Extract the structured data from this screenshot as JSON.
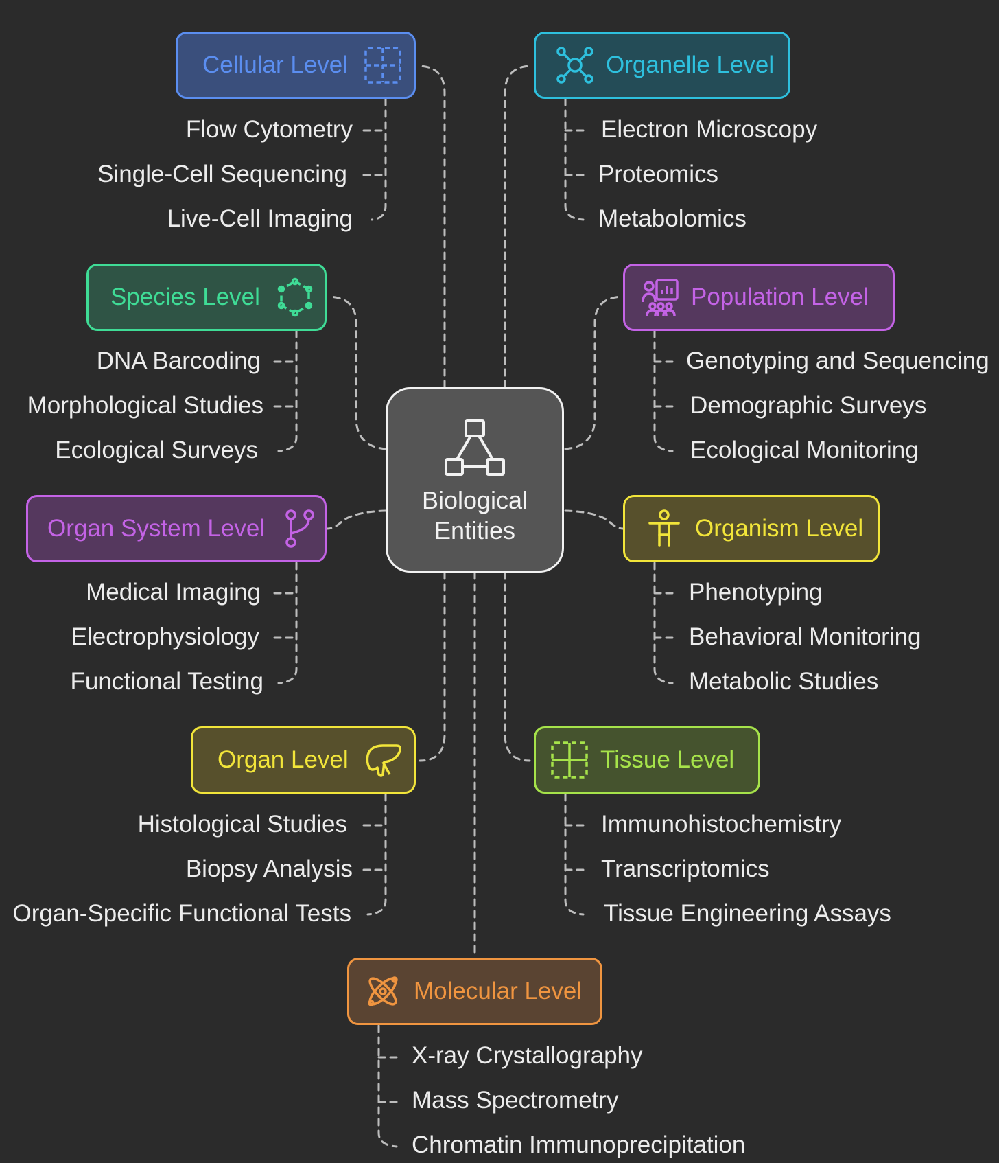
{
  "center": {
    "title_line1": "Biological",
    "title_line2": "Entities",
    "icon": "network-triangle-icon"
  },
  "levels": [
    {
      "key": "cellular",
      "title": "Cellular Level",
      "icon": "grid-dashed-icon",
      "color": "#5b8ef0",
      "fill": "#3a4f7c",
      "methods": [
        "Flow Cytometry",
        "Single-Cell Sequencing",
        "Live-Cell Imaging"
      ]
    },
    {
      "key": "organelle",
      "title": "Organelle Level",
      "icon": "molecule-nodes-icon",
      "color": "#2ec0de",
      "fill": "#244c57",
      "methods": [
        "Electron Microscopy",
        "Proteomics",
        "Metabolomics"
      ]
    },
    {
      "key": "species",
      "title": "Species Level",
      "icon": "hexagon-dotted-icon",
      "color": "#3fdc96",
      "fill": "#2f5445",
      "methods": [
        "DNA Barcoding",
        "Morphological Studies",
        "Ecological Surveys"
      ]
    },
    {
      "key": "population",
      "title": "Population Level",
      "icon": "population-chart-icon",
      "color": "#c463e6",
      "fill": "#55385e",
      "methods": [
        "Genotyping and Sequencing",
        "Demographic Surveys",
        "Ecological Monitoring"
      ]
    },
    {
      "key": "organ_system",
      "title": "Organ System Level",
      "icon": "branch-icon",
      "color": "#c463e6",
      "fill": "#55385e",
      "methods": [
        "Medical Imaging",
        "Electrophysiology",
        "Functional Testing"
      ]
    },
    {
      "key": "organism",
      "title": "Organism Level",
      "icon": "person-icon",
      "color": "#f2e53a",
      "fill": "#57502c",
      "methods": [
        "Phenotyping",
        "Behavioral Monitoring",
        "Metabolic Studies"
      ]
    },
    {
      "key": "organ",
      "title": "Organ Level",
      "icon": "liver-icon",
      "color": "#f2e53a",
      "fill": "#57502c",
      "methods": [
        "Histological Studies",
        "Biopsy Analysis",
        "Organ-Specific Functional Tests"
      ]
    },
    {
      "key": "tissue",
      "title": "Tissue Level",
      "icon": "tissue-grid-icon",
      "color": "#a6e34a",
      "fill": "#45532e",
      "methods": [
        "Immunohistochemistry",
        "Transcriptomics",
        "Tissue Engineering Assays"
      ]
    },
    {
      "key": "molecular",
      "title": "Molecular Level",
      "icon": "atom-icon",
      "color": "#f09540",
      "fill": "#5a4432",
      "methods": [
        "X-ray Crystallography",
        "Mass Spectrometry",
        "Chromatin Immunoprecipitation"
      ]
    }
  ]
}
